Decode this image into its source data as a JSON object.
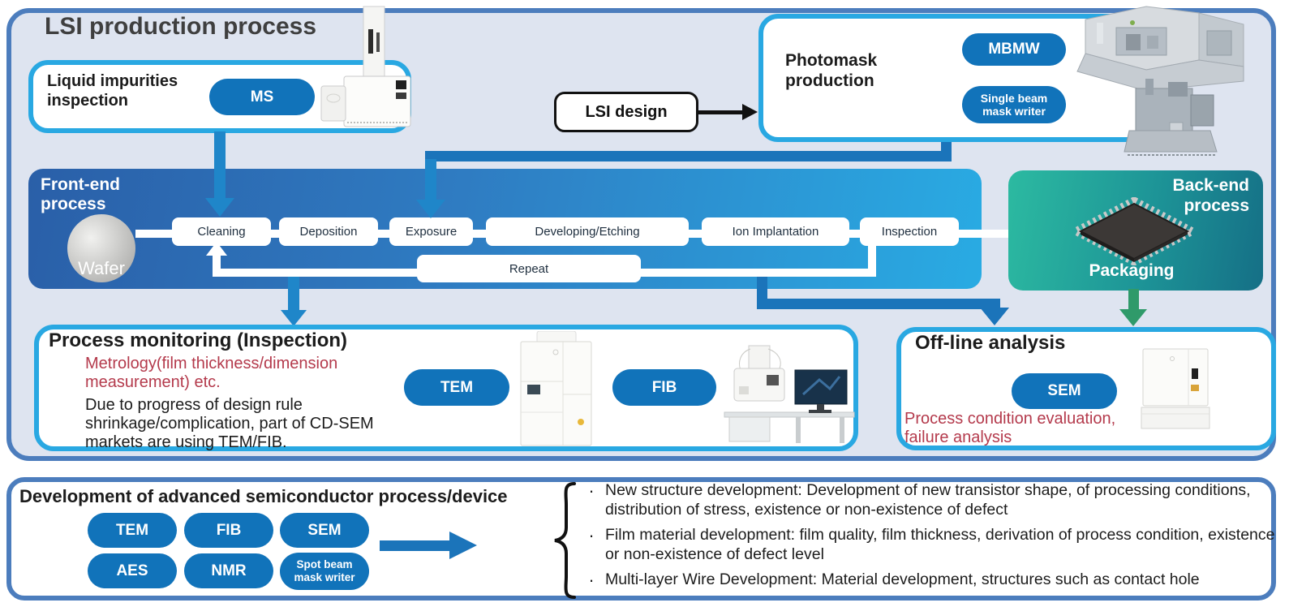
{
  "colors": {
    "outer_border": "#4c7dbd",
    "panel_bg": "#dee4f0",
    "accent_cyan": "#29a8e2",
    "pill_blue": "#1173ba",
    "connector_dark": "#1b74ba",
    "connector_mid": "#1f86c9",
    "green_arrow": "#2f9a6a",
    "red_text": "#b43a4c",
    "front_end_gradient": [
      "#2a5fa8",
      "#29abe3"
    ],
    "back_end_gradient": [
      "#2cbaa1",
      "#156f86"
    ]
  },
  "lsi": {
    "title": "LSI production process",
    "liquid": {
      "label": "Liquid impurities inspection",
      "pill": "MS"
    },
    "design_label": "LSI design",
    "photomask": {
      "title": "Photomask production",
      "pill_mbmw": "MBMW",
      "pill_single": "Single beam mask writer"
    },
    "front_end": {
      "title": "Front-end process",
      "wafer": "Wafer",
      "steps": [
        "Cleaning",
        "Deposition",
        "Exposure",
        "Developing/Etching",
        "Ion Implantation",
        "Inspection"
      ],
      "repeat": "Repeat"
    },
    "back_end": {
      "title": "Back-end process",
      "packaging": "Packaging"
    },
    "monitoring": {
      "title": "Process monitoring (Inspection)",
      "red_note": "Metrology(film thickness/dimension measurement) etc.",
      "note": "Due to progress of design rule shrinkage/complication, part of CD-SEM markets are using TEM/FIB.",
      "pill_tem": "TEM",
      "pill_fib": "FIB"
    },
    "offline": {
      "title": "Off-line analysis",
      "pill_sem": "SEM",
      "red_note": "Process condition evaluation, failure analysis"
    }
  },
  "development": {
    "title": "Development of advanced semiconductor process/device",
    "bullet_marker": "·",
    "pills": [
      "TEM",
      "FIB",
      "SEM",
      "AES",
      "NMR",
      "Spot beam mask writer"
    ],
    "bullets": [
      "New structure development: Development of new transistor shape, of processing conditions, distribution of stress, existence or non-existence of defect",
      "Film material development: film quality, film thickness, derivation of process condition, existence or non-existence of defect level",
      "Multi-layer Wire Development: Material development, structures such as contact hole"
    ]
  }
}
